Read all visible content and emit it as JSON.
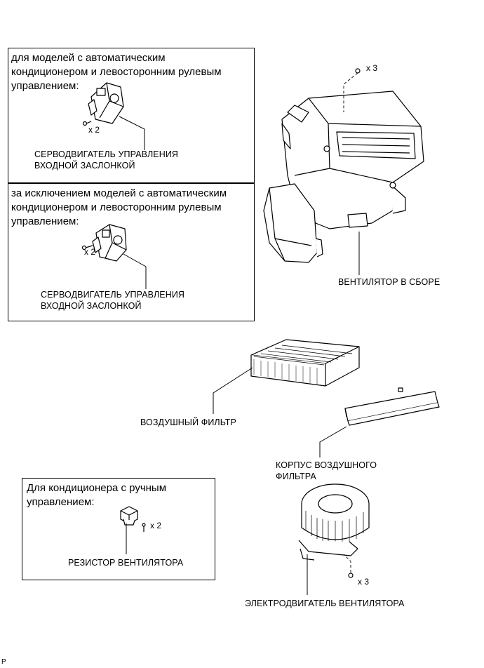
{
  "boxes": {
    "auto_ac": {
      "title": "для моделей с автоматическим\nкондиционером и левосторонним рулевым\nуправлением:",
      "qty": "x 2",
      "part_label": "СЕРВОДВИГАТЕЛЬ УПРАВЛЕНИЯ\nВХОДНОЙ ЗАСЛОНКОЙ"
    },
    "except_auto_ac": {
      "title": "за исключением моделей с автоматическим\nкондиционером и левосторонним рулевым\nуправлением:",
      "qty": "x 2",
      "part_label": "СЕРВОДВИГАТЕЛЬ УПРАВЛЕНИЯ\nВХОДНОЙ ЗАСЛОНКОЙ"
    },
    "manual_ac": {
      "title": "Для кондиционера с ручным\nуправлением:",
      "qty": "x 2",
      "part_label": "РЕЗИСТОР ВЕНТИЛЯТОРА"
    }
  },
  "parts": {
    "blower_assy": {
      "label": "ВЕНТИЛЯТОР В СБОРЕ",
      "qty": "x 3"
    },
    "air_filter": {
      "label": "ВОЗДУШНЫЙ ФИЛЬТР"
    },
    "filter_case": {
      "label": "КОРПУС ВОЗДУШНОГО\nФИЛЬТРА"
    },
    "blower_motor": {
      "label": "ЭЛЕКТРОДВИГАТЕЛЬ ВЕНТИЛЯТОРА",
      "qty": "x 3"
    }
  },
  "footer": {
    "code": "P"
  }
}
